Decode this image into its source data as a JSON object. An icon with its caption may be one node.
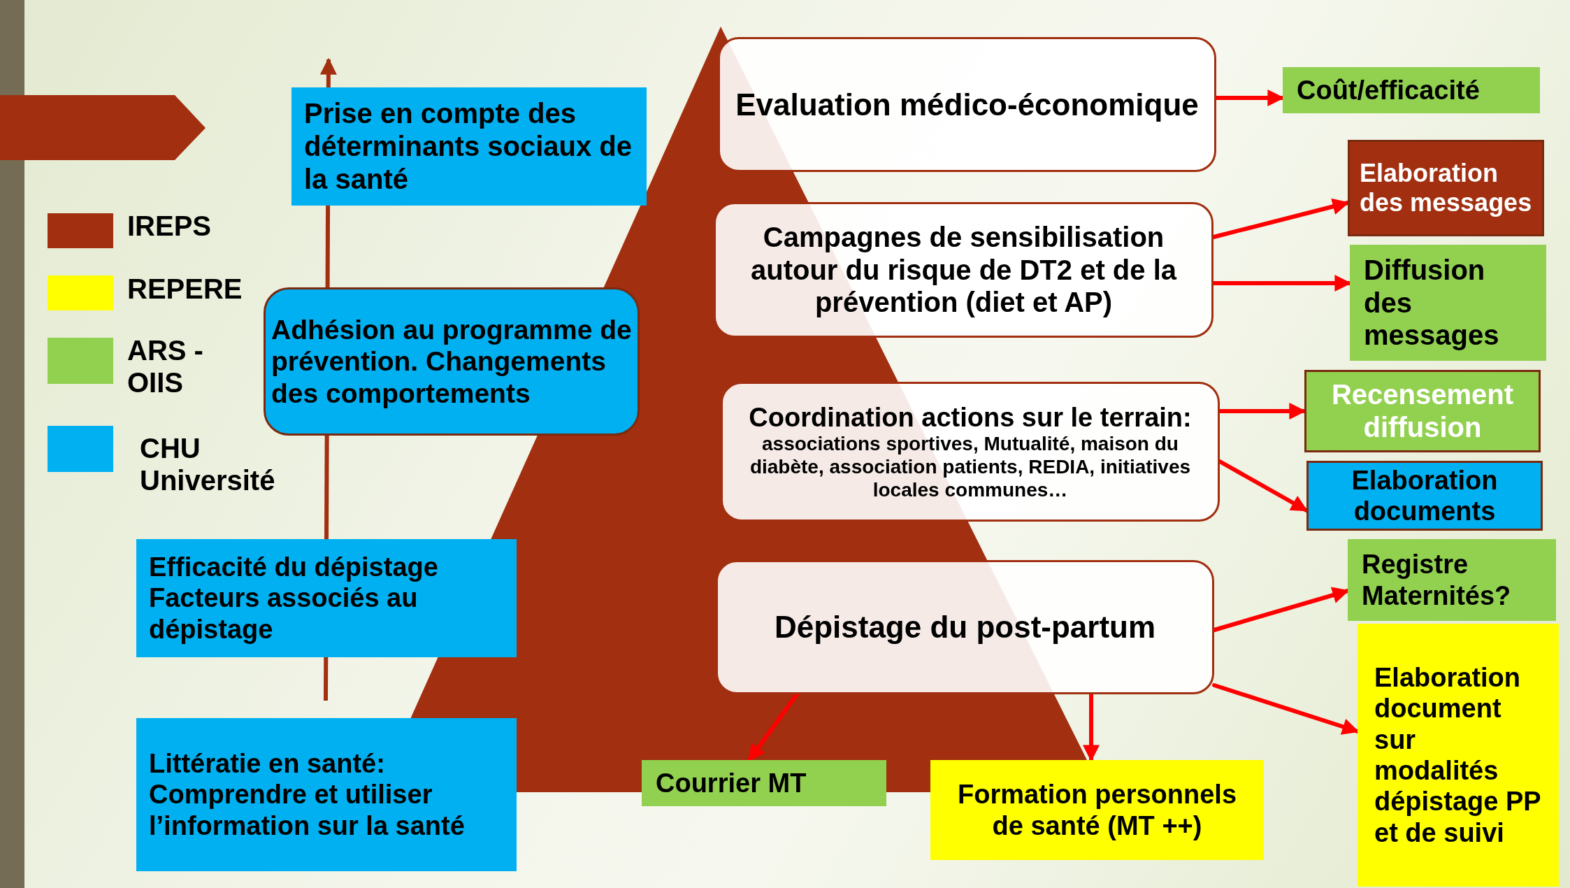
{
  "diagram": {
    "nodes": [
      {
        "text": [
          "Evaluation médico-économique"
        ]
      },
      {
        "text": [
          "Campagnes de sensibilisation autour du risque de DT2 et de la prévention (diet et AP)"
        ]
      },
      {
        "text": [
          "Coordination actions sur le terrain:",
          "associations sportives, Mutualité, maison du diabète, association patients, REDIA, initiatives locales communes…"
        ]
      },
      {
        "text": [
          "Dépistage du post-partum"
        ]
      },
      {
        "text": [
          "Coût/efficacité"
        ]
      },
      {
        "text": [
          "Elaboration des messages"
        ]
      },
      {
        "text": [
          "Diffusion des messages"
        ]
      },
      {
        "text": [
          "Recensement diffusion"
        ]
      },
      {
        "text": [
          "Elaboration documents"
        ]
      },
      {
        "text": [
          "Registre Maternités?"
        ]
      },
      {
        "text": [
          "Elaboration document sur modalités dépistage PP et de suivi"
        ]
      },
      {
        "text": [
          "Courrier MT"
        ]
      },
      {
        "text": [
          "Formation personnels de santé (MT ++)"
        ]
      },
      {
        "text": [
          "Prise en compte des déterminants sociaux de la santé"
        ]
      },
      {
        "text": [
          "Adhésion au programme de prévention. Changements des comportements"
        ]
      },
      {
        "text": [
          "Efficacité du dépistage Facteurs associés au dépistage"
        ]
      },
      {
        "text": [
          "Littératie en santé: Comprendre et utiliser l’information sur la santé"
        ]
      }
    ],
    "edges": [
      {
        "from": 0,
        "to": 4,
        "arrow": "to"
      },
      {
        "from": 1,
        "to": 5,
        "arrow": "to"
      },
      {
        "from": 1,
        "to": 6,
        "arrow": "to"
      },
      {
        "from": 2,
        "to": 7,
        "arrow": "to"
      },
      {
        "from": 2,
        "to": 8,
        "arrow": "to"
      },
      {
        "from": 3,
        "to": 9,
        "arrow": "to"
      },
      {
        "from": 3,
        "to": 10,
        "arrow": "to"
      },
      {
        "from": 3,
        "to": 11,
        "arrow": "to"
      },
      {
        "from": 3,
        "to": 12,
        "arrow": "to"
      }
    ],
    "legend": [
      {
        "text": "IREPS",
        "color": "#a12f10"
      },
      {
        "text": "REPERE",
        "color": "#ffff00"
      },
      {
        "text": "ARS - OIIS",
        "color": "#92d050"
      },
      {
        "text": "CHU Université",
        "color": "#00b0f0"
      }
    ]
  }
}
